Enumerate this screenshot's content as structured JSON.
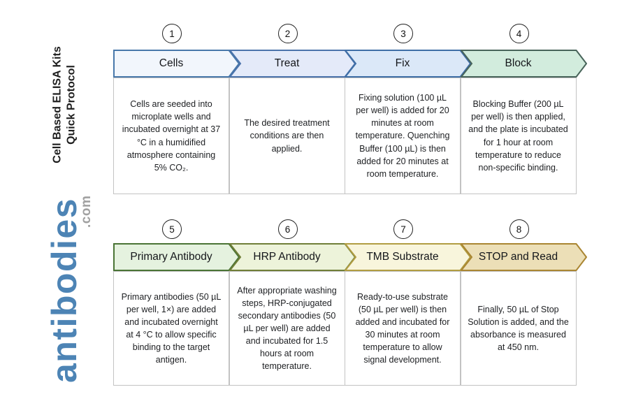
{
  "branding": {
    "vertical_title_line1": "Cell Based ELISA Kits",
    "vertical_title_line2": "Quick Protocol",
    "logo_text": "antibodies",
    "logo_suffix": ".com",
    "logo_color": "#4d84b5",
    "logo_suffix_color": "#a1a1a1"
  },
  "steps": [
    {
      "number": "1",
      "label": "Cells",
      "description": "Cells are seeded into microplate wells and incubated overnight at 37 °C in a humidified atmosphere containing 5% CO₂.",
      "fill": "#f2f6fc",
      "border": "#4878aa"
    },
    {
      "number": "2",
      "label": "Treat",
      "description": "The desired treatment conditions are then applied.",
      "fill": "#e4eaf9",
      "border": "#4b73ab"
    },
    {
      "number": "3",
      "label": "Fix",
      "description": "Fixing solution (100 µL per well) is added for 20 minutes at room temperature. Quenching Buffer (100 µL) is then added for 20 minutes at room temperature.",
      "fill": "#dbe8f8",
      "border": "#3f6ea6"
    },
    {
      "number": "4",
      "label": "Block",
      "description": "Blocking Buffer (200 µL per well) is then applied, and the plate is incubated for 1 hour at room temperature to reduce non-specific binding.",
      "fill": "#d2ecdd",
      "border": "#48645a"
    },
    {
      "number": "5",
      "label": "Primary Antibody",
      "description": "Primary antibodies (50 µL per well, 1×) are added and incubated overnight at 4 °C to allow specific binding to the target antigen.",
      "fill": "#e5f2df",
      "border": "#4a7435"
    },
    {
      "number": "6",
      "label": "HRP Antibody",
      "description": "After appropriate washing steps, HRP-conjugated secondary antibodies (50 µL per well) are added and incubated for 1.5 hours at room temperature.",
      "fill": "#edf3da",
      "border": "#707e38"
    },
    {
      "number": "7",
      "label": "TMB Substrate",
      "description": "Ready-to-use substrate (50 µL per well) is then added and incubated for 30 minutes at room temperature to allow signal development.",
      "fill": "#f8f5dc",
      "border": "#b19d42"
    },
    {
      "number": "8",
      "label": "STOP and Read",
      "description": "Finally, 50 µL of Stop Solution is added, and the absorbance is measured at 450 nm.",
      "fill": "#ecdfb7",
      "border": "#aa8632"
    }
  ]
}
